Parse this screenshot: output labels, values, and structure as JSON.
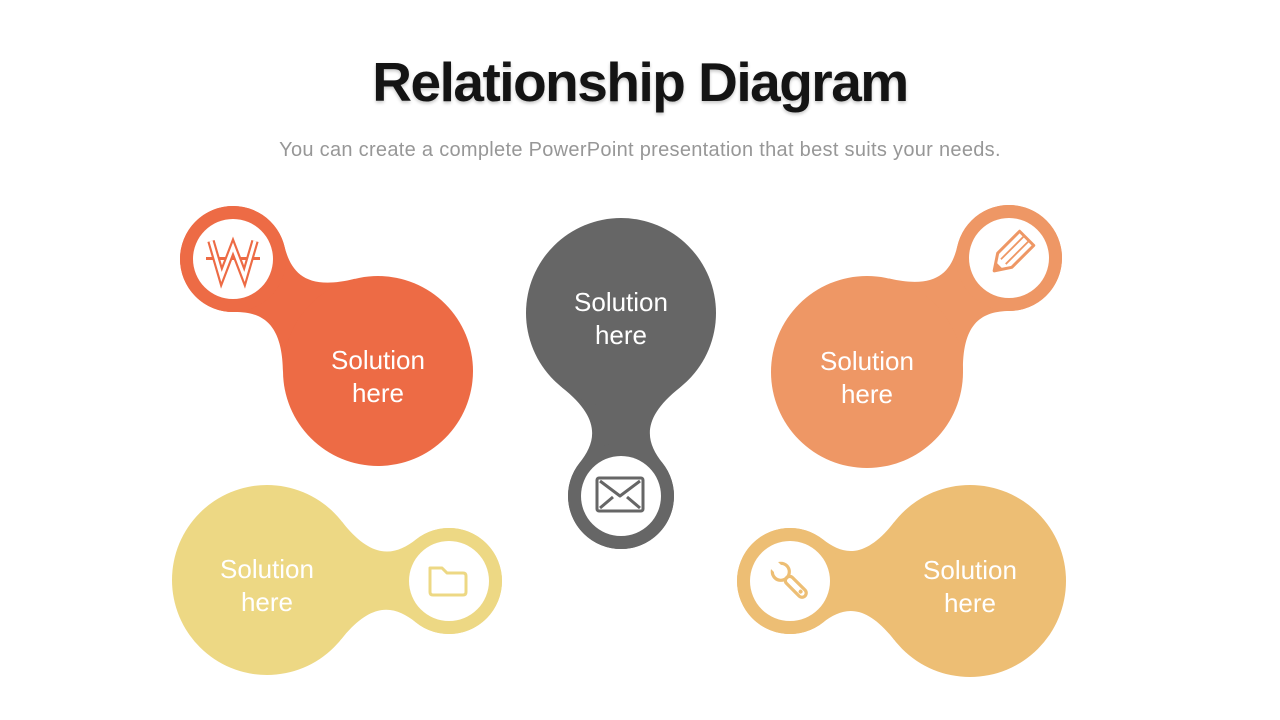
{
  "slide": {
    "title": "Relationship Diagram",
    "subtitle": "You can create a complete PowerPoint presentation that best suits your needs.",
    "title_color": "#141414",
    "subtitle_color": "#979797",
    "background_color": "#ffffff",
    "label_text_color": "#ffffff"
  },
  "nodes": [
    {
      "position": "top-left",
      "label": "Solution here",
      "color": "#ED6B45",
      "icon": "won-currency-icon"
    },
    {
      "position": "center",
      "label": "Solution here",
      "color": "#666666",
      "icon": "mail-envelope-icon"
    },
    {
      "position": "top-right",
      "label": "Solution here",
      "color": "#EE9765",
      "icon": "pencil-icon"
    },
    {
      "position": "bottom-left",
      "label": "Solution here",
      "color": "#EDD884",
      "icon": "folder-icon"
    },
    {
      "position": "bottom-right",
      "label": "Solution here",
      "color": "#EDBE74",
      "icon": "wrench-icon"
    }
  ]
}
